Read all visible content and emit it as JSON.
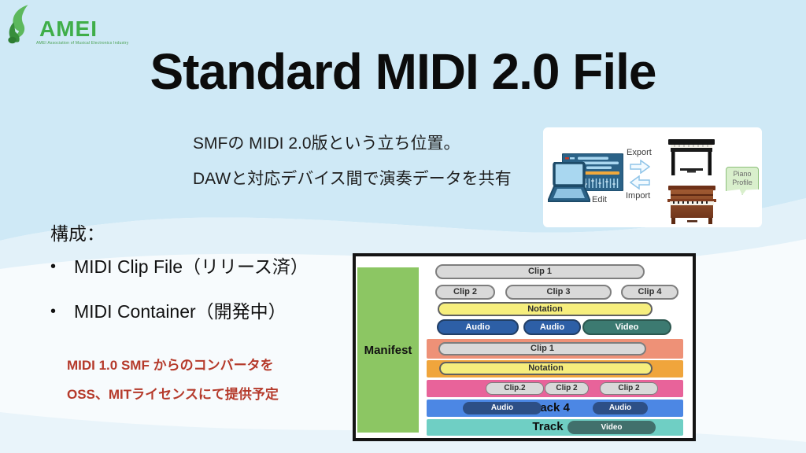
{
  "slide": {
    "logo": {
      "wordmark": "AMEI",
      "caption": "AMEI  Association of Musical Electronics Industry"
    },
    "title": "Standard MIDI 2.0 File",
    "intro": {
      "line1": "SMFの MIDI 2.0版という立ち位置。",
      "line2": "DAWと対応デバイス間で演奏データを共有"
    },
    "workflow": {
      "edit": "Edit",
      "export": "Export",
      "import": "Import",
      "profile_note": {
        "line1": "Piano",
        "line2": "Profile"
      }
    },
    "composition": {
      "heading": "構成：",
      "bullet1": "MIDI Clip File（リリース済）",
      "bullet2": "MIDI Container（開発中）"
    },
    "converter_note": {
      "line1": "MIDI 1.0 SMF からのコンバータを",
      "line2": "OSS、MITライセンスにて提供予定"
    },
    "diagram": {
      "manifest": "Manifest",
      "clip_row1": "Clip 1",
      "clip2": "Clip 2",
      "clip3": "Clip 3",
      "clip4": "Clip 4",
      "notation_top": "Notation",
      "audio1": "Audio",
      "audio2": "Audio",
      "video_top": "Video",
      "band_clip1": "Clip 1",
      "band_notation": "Notation",
      "band_clip2a": "Clip.2",
      "band_clip2b": "Clip 2",
      "band_clip2c": "Clip 2",
      "track4_label": "Track 4",
      "track4_audio1": "Audio",
      "track4_audio2": "Audio",
      "track_label": "Track",
      "track_video": "Video"
    },
    "colors": {
      "background_blue": "#cfe9f6",
      "logo_green": "#3fae49",
      "red_note": "#b53a2b",
      "manifest_green": "#8cc663",
      "band_salmon": "#ee9177",
      "band_orange": "#f0a53c",
      "band_pink": "#e8639a",
      "band_blue": "#4c87e4",
      "band_teal": "#6fcfc4",
      "pill_gray": "#d9d9d9",
      "pill_yellow": "#f6ee7d",
      "pill_navy": "#2d5fa6",
      "pill_teal": "#3c7a71"
    }
  }
}
